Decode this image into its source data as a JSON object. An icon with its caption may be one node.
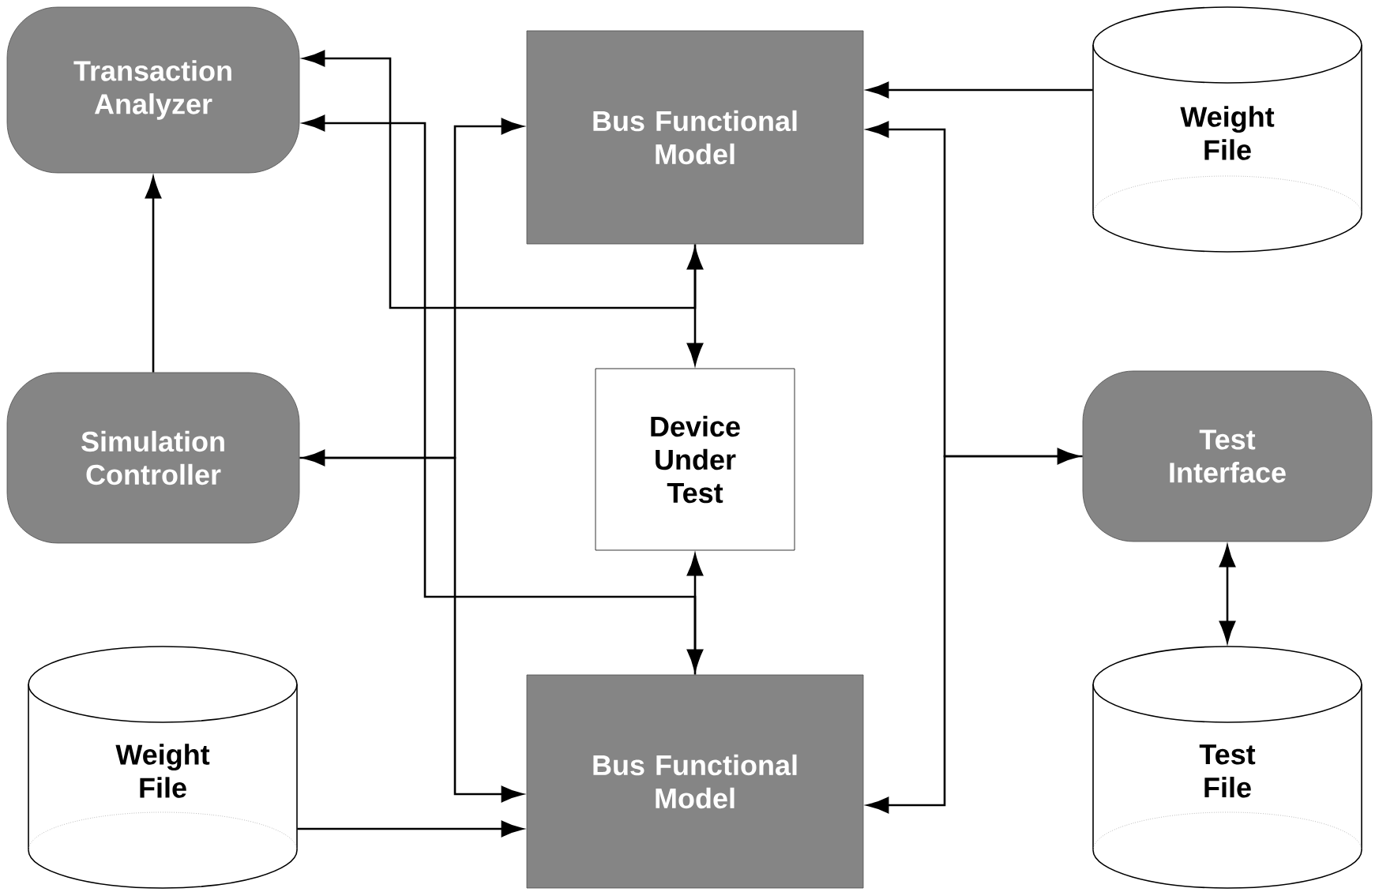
{
  "diagram": {
    "nodes": [
      {
        "text": [
          "Transaction Analyzer"
        ]
      },
      {
        "text": [
          "Bus Functional Model"
        ]
      },
      {
        "text": [
          "Weight File"
        ]
      },
      {
        "text": [
          "Simulation Controller"
        ]
      },
      {
        "text": [
          "Device Under Test"
        ]
      },
      {
        "text": [
          "Test Interface"
        ]
      },
      {
        "text": [
          "Weight File"
        ]
      },
      {
        "text": [
          "Bus Functional Model"
        ]
      },
      {
        "text": [
          "Test File"
        ]
      }
    ],
    "edges": [
      {
        "from": 3,
        "to": 0,
        "arrow": "to"
      },
      {
        "from": 1,
        "to": 4,
        "arrow": "both"
      },
      {
        "from": 1,
        "to": 0,
        "arrow": "to"
      },
      {
        "from": 4,
        "to": 7,
        "arrow": "both"
      },
      {
        "from": 7,
        "to": 0,
        "arrow": "to"
      },
      {
        "from": 3,
        "to": 1,
        "arrow": "both"
      },
      {
        "from": 3,
        "to": 7,
        "arrow": "to"
      },
      {
        "from": 2,
        "to": 1,
        "arrow": "to"
      },
      {
        "from": 5,
        "to": 1,
        "arrow": "both"
      },
      {
        "from": 5,
        "to": 7,
        "arrow": "to"
      },
      {
        "from": 5,
        "to": 8,
        "arrow": "both"
      },
      {
        "from": 6,
        "to": 7,
        "arrow": "to"
      }
    ]
  }
}
